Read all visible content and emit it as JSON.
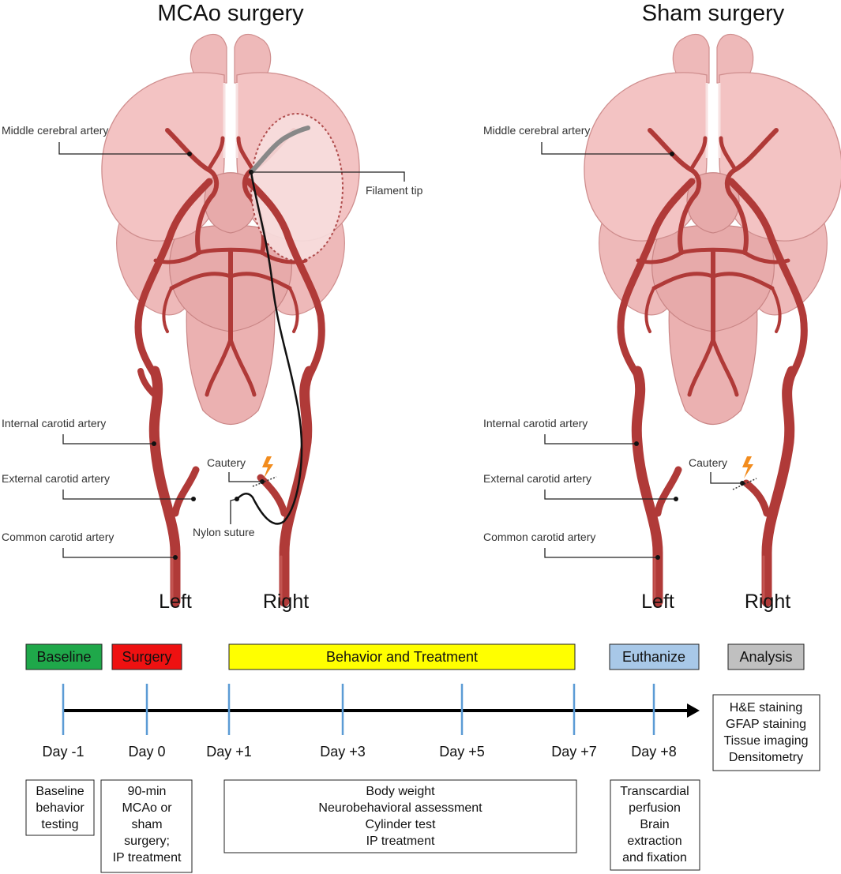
{
  "panels": {
    "mcao": {
      "title": "MCAo surgery",
      "left_label": "Left",
      "right_label": "Right",
      "labels": {
        "mca": "Middle cerebral artery",
        "ica": "Internal carotid artery",
        "eca": "External carotid artery",
        "cca": "Common carotid artery",
        "filament": "Filament tip",
        "cautery": "Cautery",
        "suture": "Nylon suture"
      }
    },
    "sham": {
      "title": "Sham surgery",
      "left_label": "Left",
      "right_label": "Right",
      "labels": {
        "mca": "Middle cerebral artery",
        "ica": "Internal carotid artery",
        "eca": "External carotid artery",
        "cca": "Common carotid artery",
        "cautery": "Cautery"
      }
    }
  },
  "colors": {
    "baseline": "#1fa84a",
    "surgery": "#ee1111",
    "behavior": "#ffff00",
    "euthanize": "#a8c8e8",
    "analysis": "#c0c0c0",
    "tick": "#5b9bd5",
    "artery": "#b03a38",
    "cautery": "#f28c1e"
  },
  "timeline": {
    "phases": {
      "baseline": "Baseline",
      "surgery": "Surgery",
      "behavior": "Behavior and Treatment",
      "euthanize": "Euthanize",
      "analysis": "Analysis"
    },
    "days": [
      "Day -1",
      "Day 0",
      "Day +1",
      "Day +3",
      "Day +5",
      "Day +7",
      "Day +8"
    ],
    "analysis_items": [
      "H&E staining",
      "GFAP staining",
      "Tissue imaging",
      "Densitometry"
    ],
    "baseline_desc": [
      "Baseline",
      "behavior",
      "testing"
    ],
    "surgery_desc": [
      "90-min",
      "MCAo or",
      "sham",
      "surgery;",
      "IP treatment"
    ],
    "behavior_desc": [
      "Body weight",
      "Neurobehavioral assessment",
      "Cylinder test",
      "IP treatment"
    ],
    "euthanize_desc": [
      "Transcardial",
      "perfusion",
      "Brain",
      "extraction",
      "and fixation"
    ]
  }
}
